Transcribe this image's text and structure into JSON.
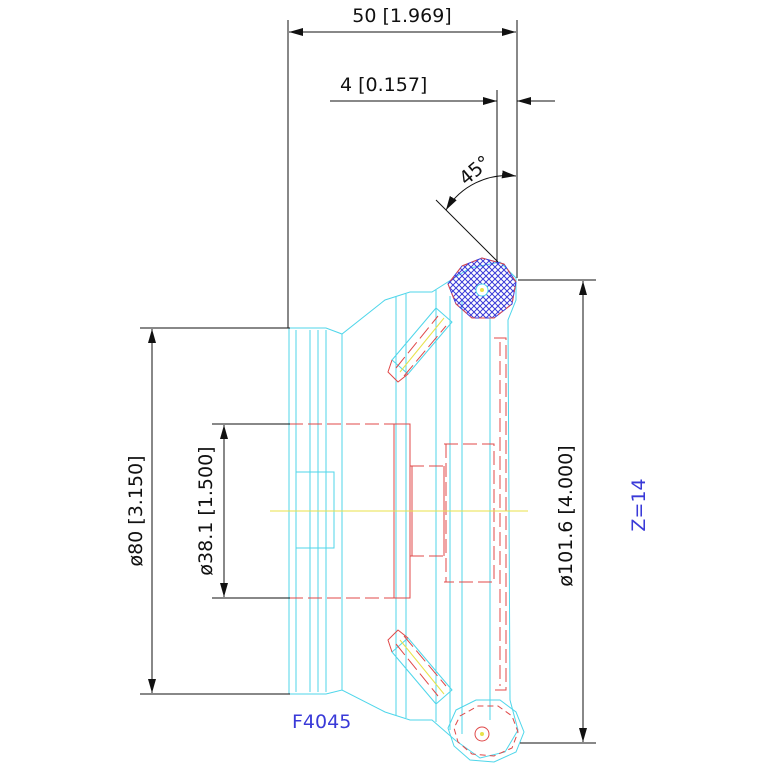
{
  "dimensions": {
    "overall_width": "50 [1.969]",
    "chamfer_width": "4 [0.157]",
    "chamfer_angle": "45°",
    "shank_diameter": "ø80 [3.150]",
    "bore_diameter": "ø38.1 [1.500]",
    "cutting_diameter": "ø101.6 [4.000]"
  },
  "labels": {
    "part_number": "F4045",
    "teeth": "Z=14"
  },
  "colors": {
    "outline": "#4fd6ea",
    "hidden": "#e04848",
    "centerline": "#e8e24a",
    "insert_hatch": "#3a3ad8",
    "dimension": "#111111",
    "label": "#3a3ad8"
  }
}
